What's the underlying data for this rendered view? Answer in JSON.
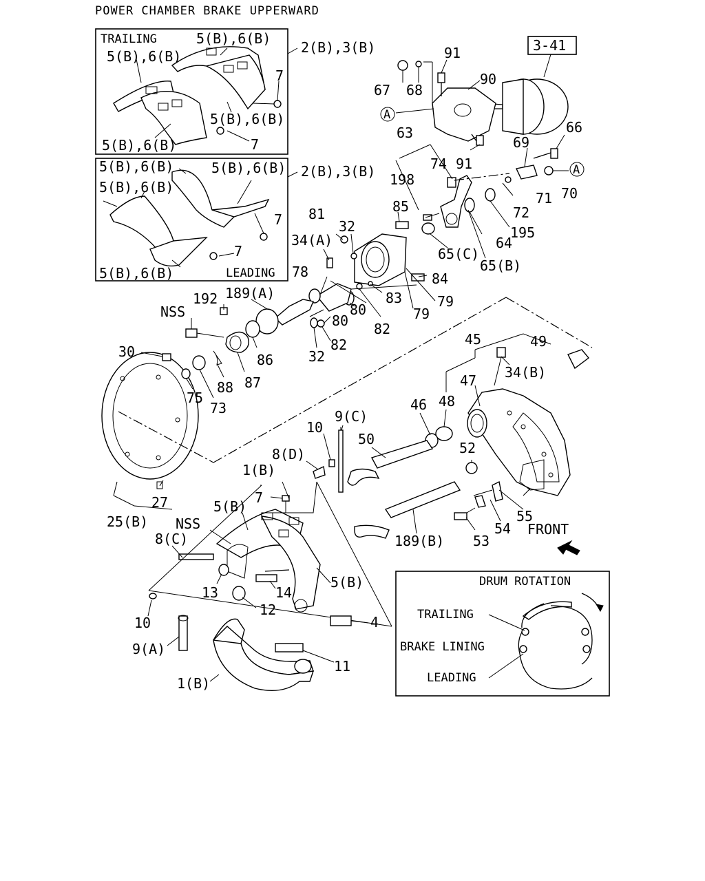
{
  "title": "POWER CHAMBER BRAKE UPPERWARD",
  "ref_box": "3-41",
  "front_label": "FRONT",
  "panel_trailing": {
    "caption": "TRAILING",
    "group_label": "2(B),3(B)",
    "labels": [
      "5(B),6(B)",
      "5(B),6(B)",
      "7",
      "5(B),6(B)",
      "5(B),6(B)",
      "7"
    ]
  },
  "panel_leading": {
    "caption": "LEADING",
    "group_label": "2(B),3(B)",
    "labels": [
      "5(B),6(B)",
      "5(B),6(B)",
      "5(B),6(B)",
      "7",
      "7",
      "5(B),6(B)"
    ]
  },
  "drum_rotation": {
    "caption": "DRUM ROTATION",
    "trailing": "TRAILING",
    "brake_lining": "BRAKE LINING",
    "leading": "LEADING"
  },
  "callouts": {
    "c67": "67",
    "c68": "68",
    "c91a": "91",
    "c90": "90",
    "cA1": "A",
    "c66": "66",
    "c63": "63",
    "c69": "69",
    "c74": "74",
    "c91b": "91",
    "cA2": "A",
    "c70": "70",
    "c71": "71",
    "c72": "72",
    "c198": "198",
    "c195": "195",
    "c85": "85",
    "c64": "64",
    "c65c": "65(C)",
    "c65b": "65(B)",
    "c81": "81",
    "c32a": "32",
    "c34a": "34(A)",
    "c84": "84",
    "c78": "78",
    "c79a": "79",
    "c83": "83",
    "c79b": "79",
    "c80a": "80",
    "c80b": "80",
    "c82a": "82",
    "c192": "192",
    "c189a": "189(A)",
    "cNSS1": "NSS",
    "c82b": "82",
    "c32b": "32",
    "c86": "86",
    "c30": "30",
    "c87": "87",
    "c88": "88",
    "c75": "75",
    "c73": "73",
    "c45": "45",
    "c49": "49",
    "c34b": "34(B)",
    "c47": "47",
    "c48": "48",
    "c46": "46",
    "c9c": "9(C)",
    "c10a": "10",
    "c50": "50",
    "c8d": "8(D)",
    "c52": "52",
    "c1b1": "1(B)",
    "c7": "7",
    "c27": "27",
    "c25b": "25(B)",
    "c5b1": "5(B)",
    "cNSS2": "NSS",
    "c55": "55",
    "c54": "54",
    "c53": "53",
    "c189b": "189(B)",
    "c8c": "8(C)",
    "c13": "13",
    "c14": "14",
    "c5b2": "5(B)",
    "c12": "12",
    "c10b": "10",
    "c4": "4",
    "c9a": "9(A)",
    "c11": "11",
    "c1b2": "1(B)"
  }
}
